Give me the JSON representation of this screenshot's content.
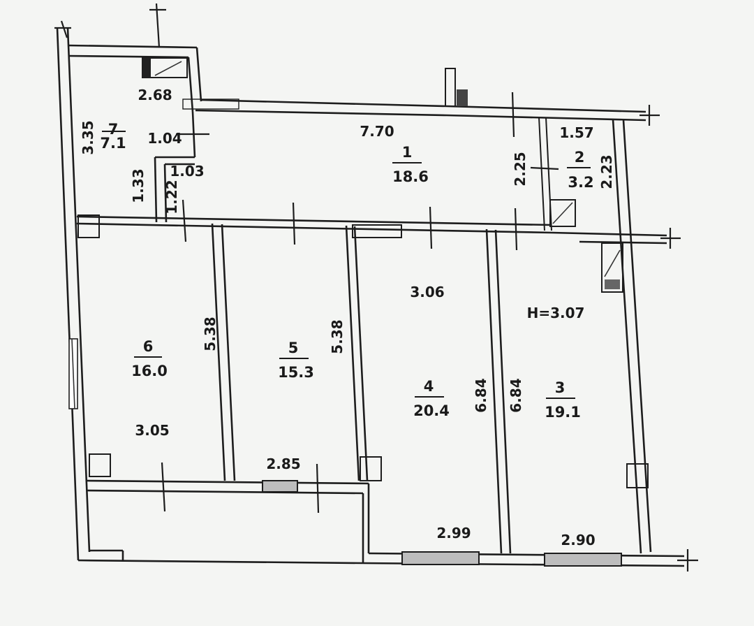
{
  "rooms": [
    {
      "id": "1",
      "area": "18.6"
    },
    {
      "id": "2",
      "area": "3.2"
    },
    {
      "id": "3",
      "area": "19.1"
    },
    {
      "id": "4",
      "area": "20.4"
    },
    {
      "id": "5",
      "area": "15.3"
    },
    {
      "id": "6",
      "area": "16.0"
    },
    {
      "id": "7",
      "area": "7.1"
    }
  ],
  "dimensions": {
    "d_2_68": "2.68",
    "d_3_35": "3.35",
    "d_1_04": "1.04",
    "d_1_33": "1.33",
    "d_1_22": "1.22",
    "d_1_03": "1.03",
    "d_7_70": "7.70",
    "d_1_57": "1.57",
    "d_2_25": "2.25",
    "d_2_23": "2.23",
    "d_3_06": "3.06",
    "d_5_38_a": "5.38",
    "d_5_38_b": "5.38",
    "d_6_84_a": "6.84",
    "d_6_84_b": "6.84",
    "d_3_05": "3.05",
    "d_2_85": "2.85",
    "d_2_99": "2.99",
    "d_2_90": "2.90"
  },
  "ceiling_height": "H=3.07"
}
